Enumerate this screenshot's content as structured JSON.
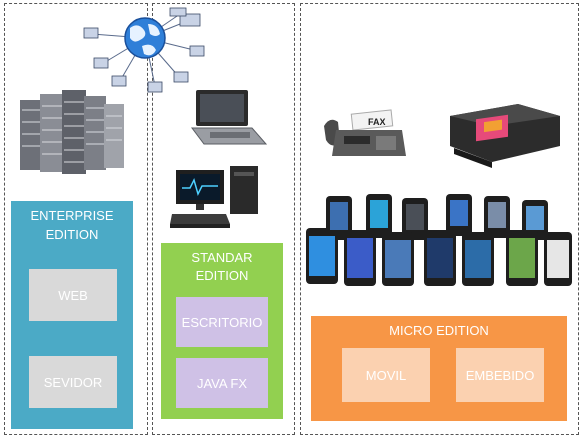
{
  "enterprise": {
    "title_line1": "ENTERPRISE",
    "title_line2": "EDITION",
    "items": [
      "WEB",
      "SEVIDOR"
    ]
  },
  "standard": {
    "title_line1": "STANDAR",
    "title_line2": "EDITION",
    "items": [
      "ESCRITORIO",
      "JAVA FX"
    ]
  },
  "micro": {
    "title": "MICRO EDITION",
    "items": [
      "MOVIL",
      "EMBEBIDO"
    ]
  },
  "fax_label": "FAX",
  "colors": {
    "enterprise": "#4baac6",
    "standard": "#92d050",
    "micro": "#f79646",
    "enterprise_item": "#d9d9d9",
    "standard_item": "#cfc1e6",
    "micro_item": "#fbd1b0"
  },
  "icons": [
    "network-globe-icon",
    "server-rack-icon",
    "laptop-icon",
    "desktop-computer-icon",
    "fax-machine-icon",
    "printer-icon",
    "smartphones-icon"
  ]
}
